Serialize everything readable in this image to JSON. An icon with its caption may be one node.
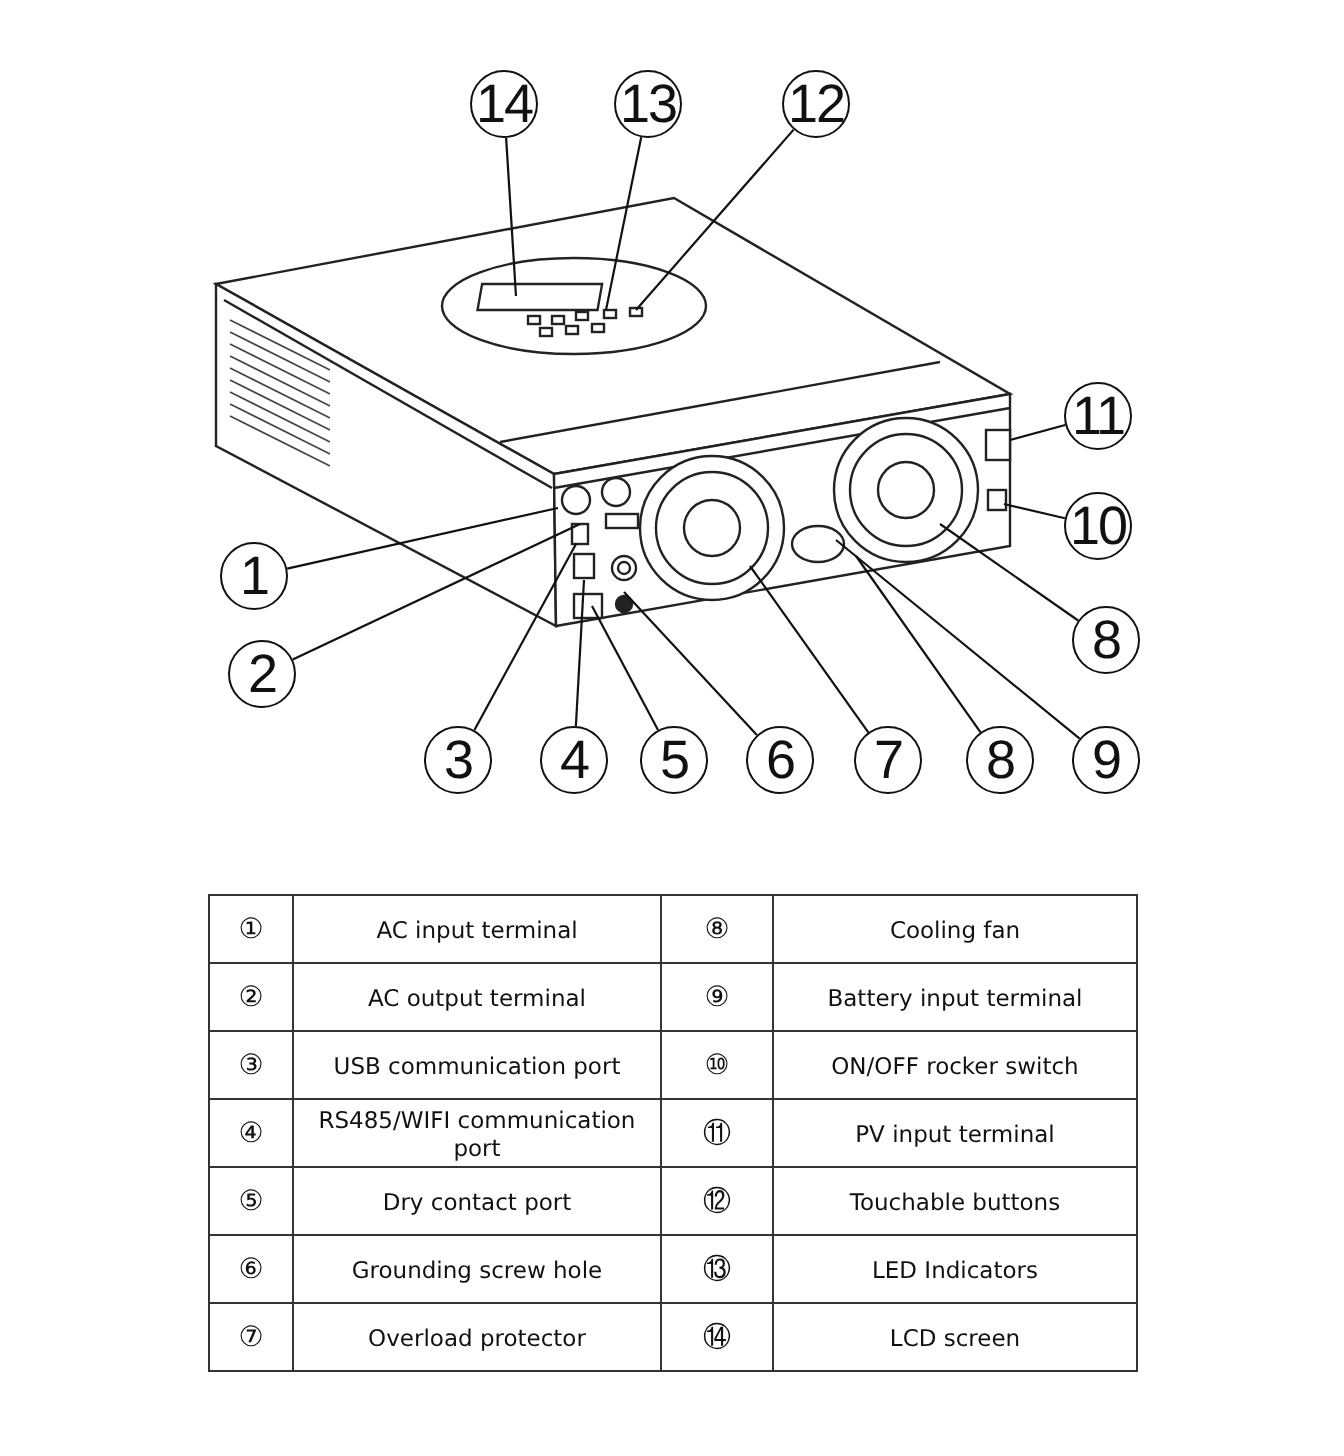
{
  "diagram": {
    "nodes": [
      {
        "text": [
          "14"
        ]
      },
      {
        "text": [
          "13"
        ]
      },
      {
        "text": [
          "12"
        ]
      },
      {
        "text": [
          "11"
        ]
      },
      {
        "text": [
          "10"
        ]
      },
      {
        "text": [
          "1"
        ]
      },
      {
        "text": [
          "2"
        ]
      },
      {
        "text": [
          "8"
        ]
      },
      {
        "text": [
          "3"
        ]
      },
      {
        "text": [
          "4"
        ]
      },
      {
        "text": [
          "5"
        ]
      },
      {
        "text": [
          "6"
        ]
      },
      {
        "text": [
          "7"
        ]
      },
      {
        "text": [
          "8"
        ]
      },
      {
        "text": [
          "9"
        ]
      }
    ],
    "edges": [
      {
        "from": 0,
        "to": null,
        "arrow": "none"
      },
      {
        "from": 1,
        "to": null,
        "arrow": "none"
      },
      {
        "from": 2,
        "to": null,
        "arrow": "none"
      },
      {
        "from": 3,
        "to": null,
        "arrow": "none"
      },
      {
        "from": 4,
        "to": null,
        "arrow": "none"
      },
      {
        "from": 5,
        "to": null,
        "arrow": "none"
      },
      {
        "from": 6,
        "to": null,
        "arrow": "none"
      },
      {
        "from": 7,
        "to": null,
        "arrow": "none"
      },
      {
        "from": 8,
        "to": null,
        "arrow": "none"
      },
      {
        "from": 9,
        "to": null,
        "arrow": "none"
      },
      {
        "from": 10,
        "to": null,
        "arrow": "none"
      },
      {
        "from": 11,
        "to": null,
        "arrow": "none"
      },
      {
        "from": 12,
        "to": null,
        "arrow": "none"
      },
      {
        "from": 13,
        "to": null,
        "arrow": "none"
      },
      {
        "from": 14,
        "to": null,
        "arrow": "none"
      }
    ],
    "labels": [
      "①",
      "AC input terminal",
      "⑧",
      "Cooling fan",
      "②",
      "AC output terminal",
      "⑨",
      "Battery input terminal",
      "③",
      "USB communication port",
      "⑩",
      "ON/OFF rocker switch",
      "④",
      "RS485/WIFI communication port",
      "⑪",
      "PV input terminal",
      "⑤",
      "Dry contact port",
      "⑫",
      "Touchable buttons",
      "⑥",
      "Grounding screw hole",
      "⑬",
      "LED Indicators",
      "⑦",
      "Overload protector",
      "⑭",
      "LCD screen"
    ]
  }
}
